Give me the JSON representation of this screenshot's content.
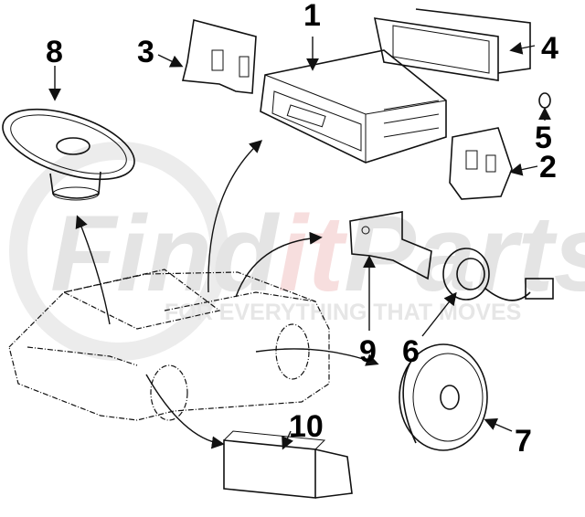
{
  "watermark": {
    "brand_part1": "Find",
    "brand_part2": "it",
    "brand_part3": "Parts",
    "tagline": "FOR EVERYTHING THAT MOVES",
    "gray": "#e4e4e4",
    "pink": "#f7dede"
  },
  "callouts": [
    {
      "number": "1",
      "part": "radio-head-unit"
    },
    {
      "number": "2",
      "part": "right-bracket"
    },
    {
      "number": "3",
      "part": "left-bracket"
    },
    {
      "number": "4",
      "part": "pocket-housing"
    },
    {
      "number": "5",
      "part": "clip"
    },
    {
      "number": "6",
      "part": "tweeter"
    },
    {
      "number": "7",
      "part": "door-speaker"
    },
    {
      "number": "8",
      "part": "rear-oval-speaker"
    },
    {
      "number": "9",
      "part": "tweeter-bracket"
    },
    {
      "number": "10",
      "part": "amplifier-module"
    }
  ]
}
